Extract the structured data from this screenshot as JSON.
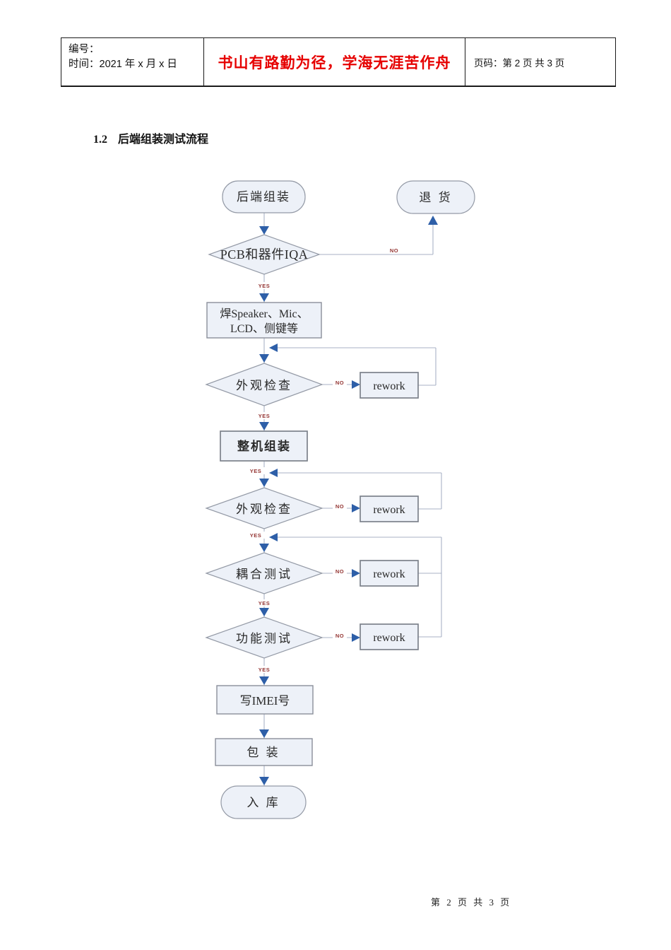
{
  "header_table": {
    "code_label": "编号：",
    "date_line": "时间：2021 年 x 月 x 日",
    "motto": "书山有路勤为径，学海无涯苦作舟",
    "page_info": "页码：第 2 页  共 3 页"
  },
  "heading": {
    "number": "1.2",
    "title": "后端组装测试流程"
  },
  "flowchart": {
    "start": "后端组装",
    "reject": "退 货",
    "iqa_check": "PCB和器件IQA",
    "solder_line1": "焊Speaker、Mic、",
    "solder_line2": "LCD、侧键等",
    "visual_check_1": "外观检查",
    "assembly": "整机组装",
    "visual_check_2": "外观检查",
    "coupling_test": "耦合测试",
    "function_test": "功能测试",
    "write_imei": "写IMEI号",
    "packing": "包 装",
    "warehouse": "入 库",
    "rework": "rework",
    "yes_label": "YES",
    "no_label": "NO"
  },
  "footer": {
    "page_text": "第 2 页 共 3 页"
  },
  "colors": {
    "motto_red": "#e60000",
    "arrow_blue": "#2e5fa8",
    "label_maroon": "#943634",
    "shape_fill": "#edf1f8",
    "shape_border": "#949aa6",
    "connector": "#a9b2c6"
  }
}
